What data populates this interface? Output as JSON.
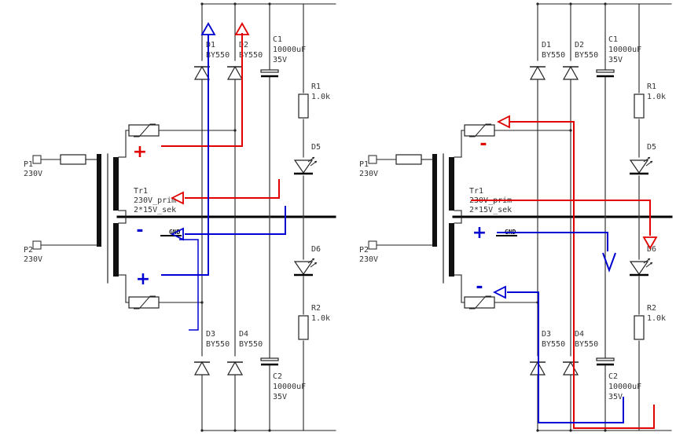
{
  "colors": {
    "wire": "#222222",
    "ground": "#000000",
    "positive_path": "#e00000",
    "negative_path": "#0000d0",
    "text": "#333333"
  },
  "panels": [
    {
      "transformer": {
        "name": "Tr1",
        "primary": "230V_prim",
        "secondary": "2*15V_sek"
      },
      "primary_pins": [
        {
          "name": "P1",
          "voltage": "230V"
        },
        {
          "name": "P2",
          "voltage": "230V"
        }
      ],
      "gnd_label": "GND",
      "diodes": [
        {
          "name": "D1",
          "type": "BY550"
        },
        {
          "name": "D2",
          "type": "BY550"
        },
        {
          "name": "D3",
          "type": "BY550"
        },
        {
          "name": "D4",
          "type": "BY550"
        }
      ],
      "capacitors": [
        {
          "name": "C1",
          "value": "10000uF",
          "voltage": "35V"
        },
        {
          "name": "C2",
          "value": "10000uF",
          "voltage": "35V"
        }
      ],
      "resistors": [
        {
          "name": "R1",
          "value": "1.0k"
        },
        {
          "name": "R2",
          "value": "1.0k"
        }
      ],
      "leds": [
        {
          "name": "D5"
        },
        {
          "name": "D6"
        }
      ],
      "polarity_marks": [
        "+",
        "-",
        "+"
      ]
    },
    {
      "transformer": {
        "name": "Tr1",
        "primary": "230V_prim",
        "secondary": "2*15V_sek"
      },
      "primary_pins": [
        {
          "name": "P1",
          "voltage": "230V"
        },
        {
          "name": "P2",
          "voltage": "230V"
        }
      ],
      "gnd_label": "GND",
      "diodes": [
        {
          "name": "D1",
          "type": "BY550"
        },
        {
          "name": "D2",
          "type": "BY550"
        },
        {
          "name": "D3",
          "type": "BY550"
        },
        {
          "name": "D4",
          "type": "BY550"
        }
      ],
      "capacitors": [
        {
          "name": "C1",
          "value": "10000uF",
          "voltage": "35V"
        },
        {
          "name": "C2",
          "value": "10000uF",
          "voltage": "35V"
        }
      ],
      "resistors": [
        {
          "name": "R1",
          "value": "1.0k"
        },
        {
          "name": "R2",
          "value": "1.0k"
        }
      ],
      "leds": [
        {
          "name": "D5"
        },
        {
          "name": "D6"
        }
      ],
      "polarity_marks": [
        "-",
        "+",
        "-"
      ]
    }
  ]
}
